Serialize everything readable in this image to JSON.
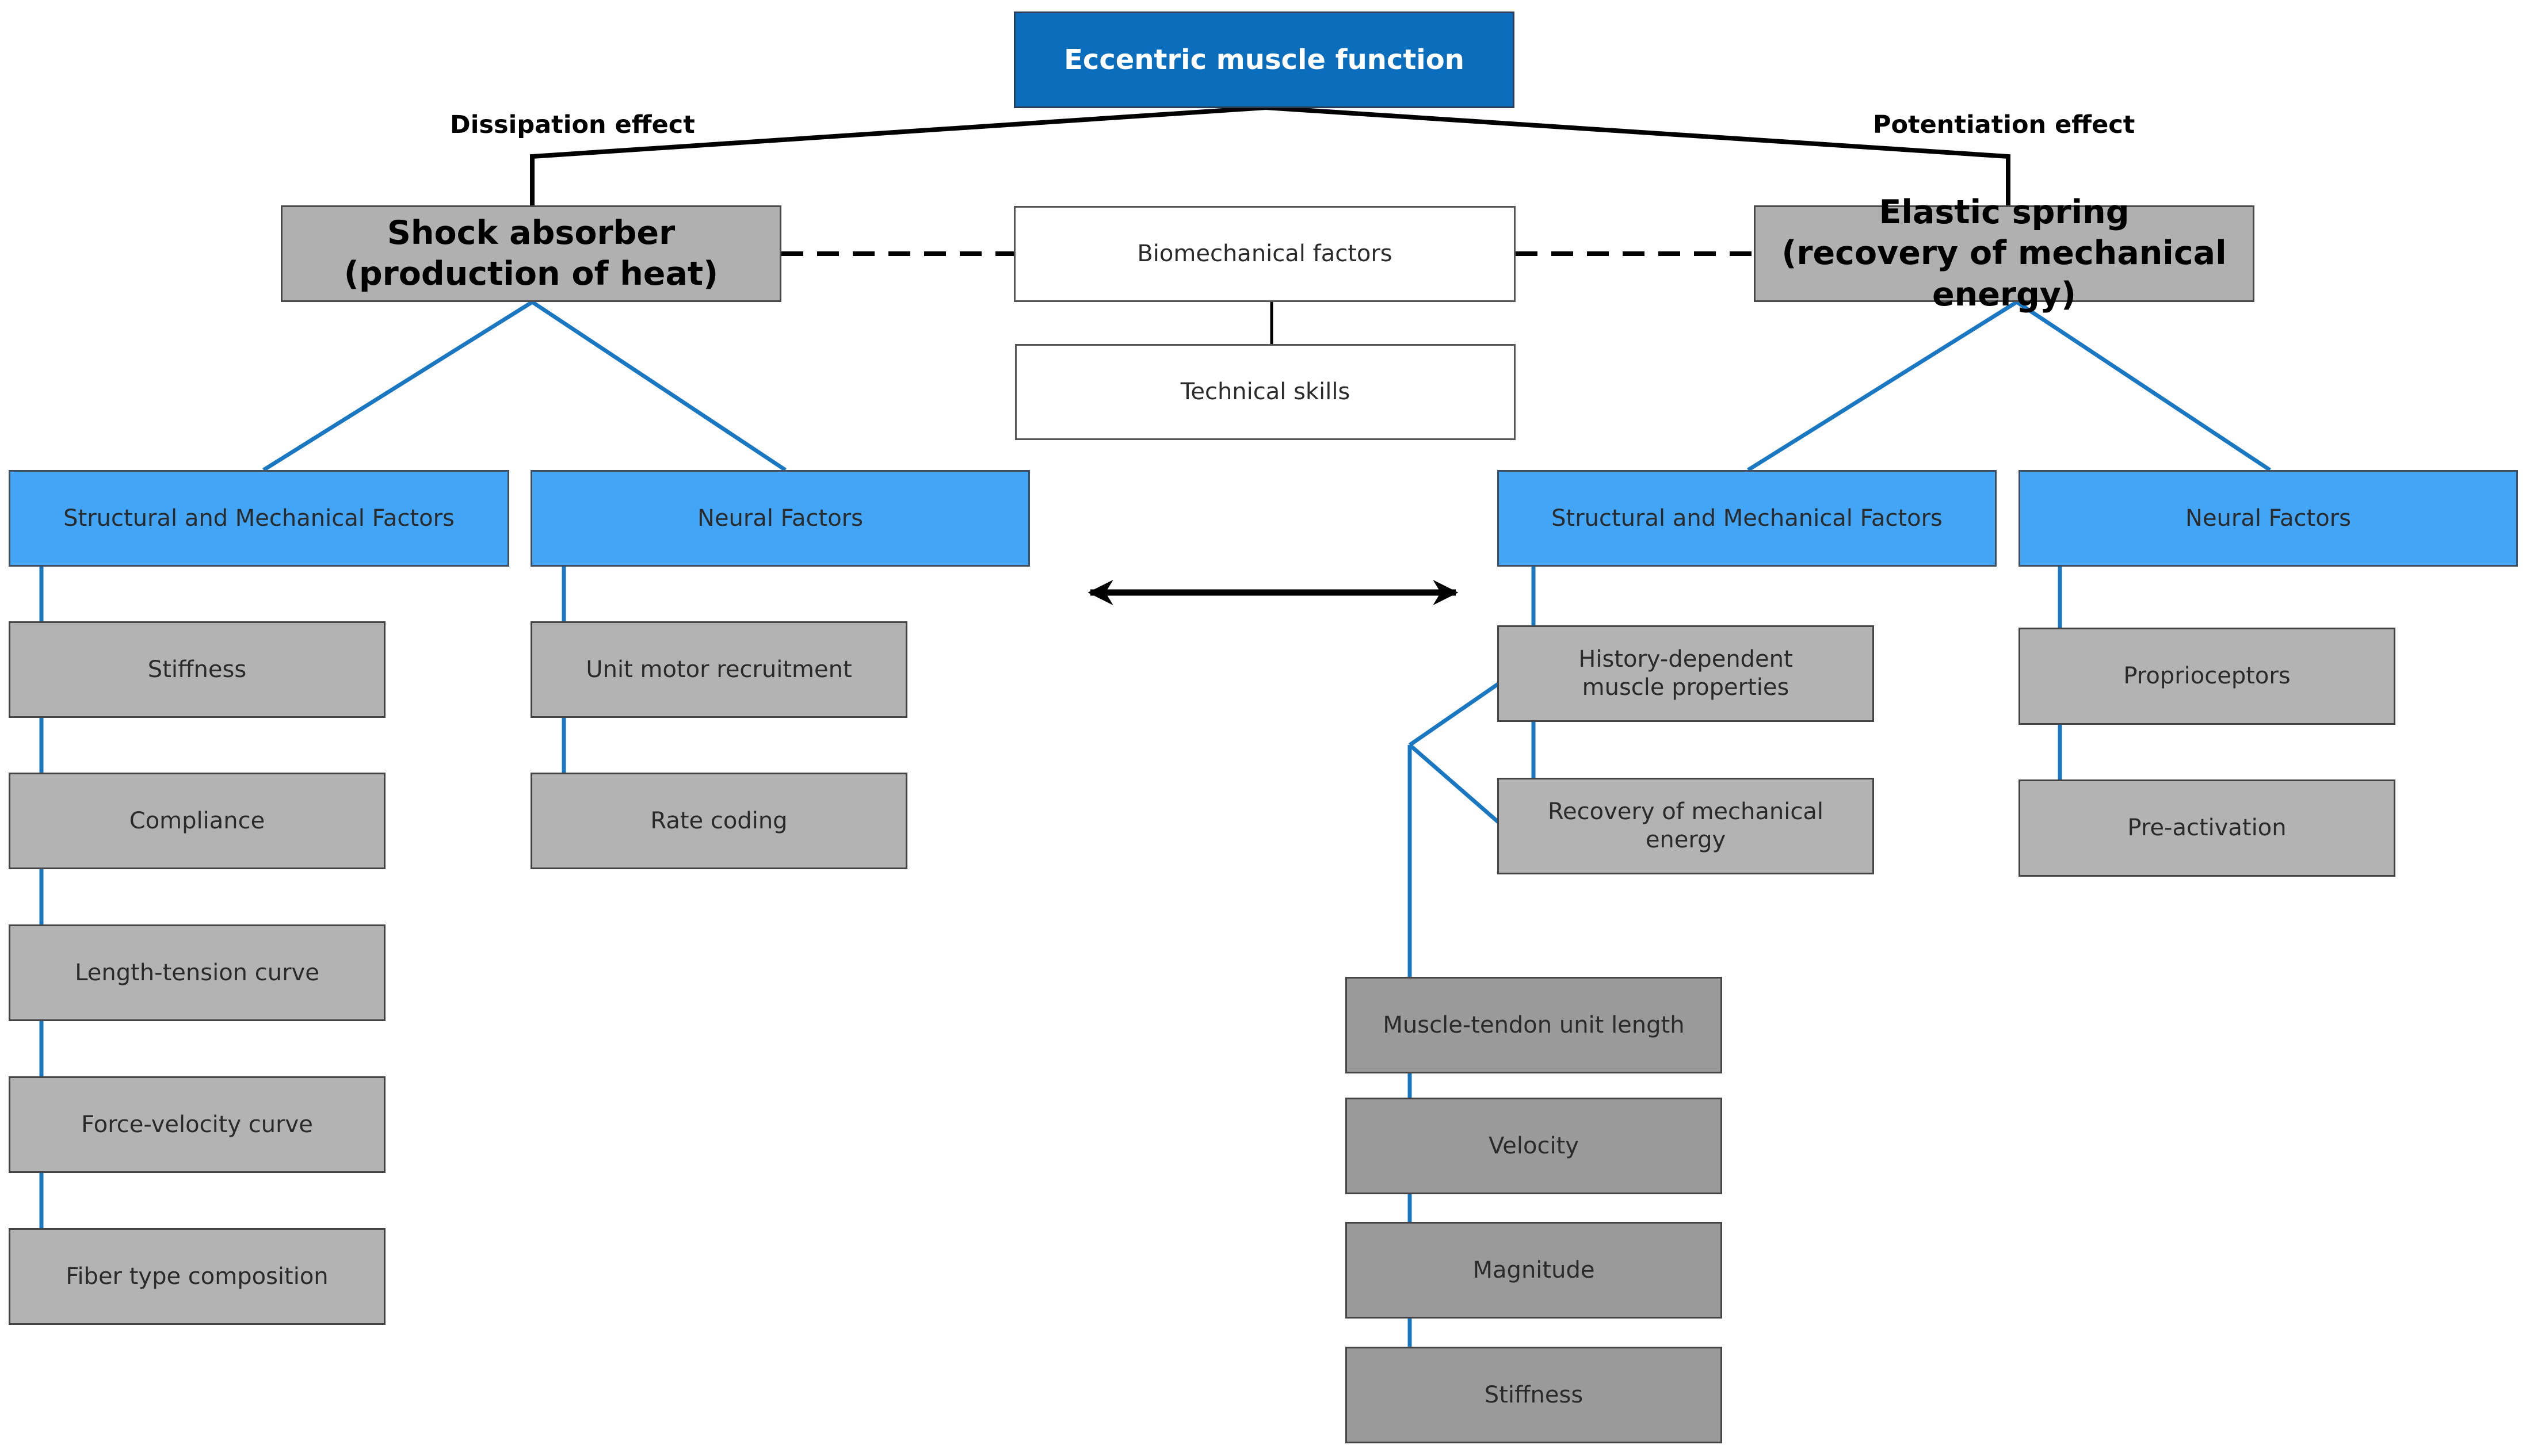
{
  "title": "Eccentric muscle function",
  "effects": {
    "dissipation": "Dissipation effect",
    "potentiation": "Potentiation effect"
  },
  "shock_absorber": "Shock absorber\n(production of heat)",
  "elastic_spring": "Elastic spring\n(recovery of mechanical energy)",
  "center": {
    "biomechanical": "Biomechanical factors",
    "technical": "Technical skills"
  },
  "left": {
    "structural": "Structural and Mechanical Factors",
    "neural": "Neural Factors",
    "structural_items": [
      "Stiffness",
      "Compliance",
      "Length-tension curve",
      "Force-velocity curve",
      "Fiber type composition"
    ],
    "neural_items": [
      "Unit motor recruitment",
      "Rate coding"
    ]
  },
  "right": {
    "structural": "Structural and Mechanical Factors",
    "neural": "Neural Factors",
    "structural_items": [
      "History-dependent\nmuscle properties",
      "Recovery of mechanical\nenergy"
    ],
    "neural_items": [
      "Proprioceptors",
      "Pre-activation"
    ],
    "sub_items": [
      "Muscle-tendon unit length",
      "Velocity",
      "Magnitude",
      "Stiffness"
    ]
  },
  "colors": {
    "root": "#0a6ebd",
    "factor_boxes": "#42a5f5",
    "connector_lines": "#1a78c2",
    "gray_boxes": "#b3b3b3",
    "dark_gray_boxes": "#9a9a9a"
  }
}
